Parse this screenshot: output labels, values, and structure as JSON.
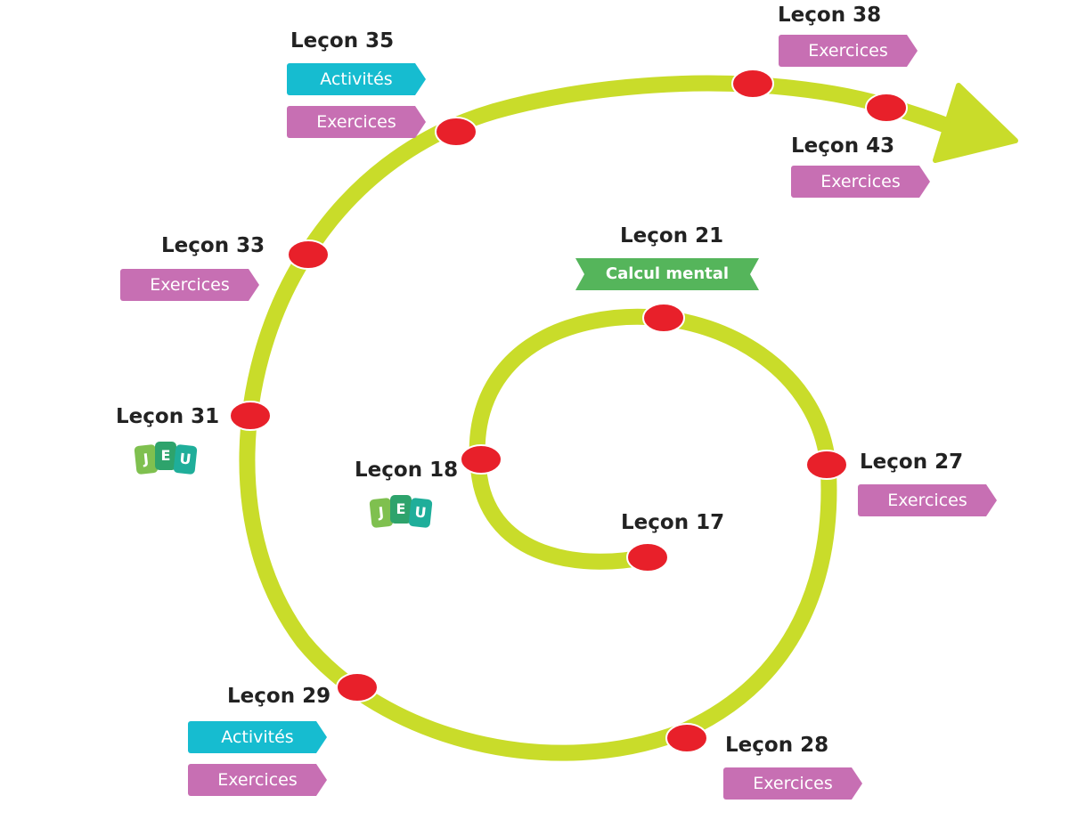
{
  "colors": {
    "path": "#c9dc2a",
    "node": "#e8202a",
    "exercices": "#c76fb3",
    "activites": "#16bcd0",
    "calcul": "#55b55b",
    "jeu_light": "#7fc04f",
    "jeu_mid": "#2ea36c",
    "jeu_teal": "#1fae9a"
  },
  "lessons": [
    {
      "id": "l17",
      "title": "Leçon 17",
      "tags": []
    },
    {
      "id": "l18",
      "title": "Leçon 18",
      "tags": [],
      "game": [
        "J",
        "E",
        "U"
      ]
    },
    {
      "id": "l21",
      "title": "Leçon 21",
      "tags": [
        {
          "kind": "calcul",
          "label": "Calcul mental"
        }
      ]
    },
    {
      "id": "l27",
      "title": "Leçon 27",
      "tags": [
        {
          "kind": "exercices",
          "label": "Exercices"
        }
      ]
    },
    {
      "id": "l28",
      "title": "Leçon 28",
      "tags": [
        {
          "kind": "exercices",
          "label": "Exercices"
        }
      ]
    },
    {
      "id": "l29",
      "title": "Leçon 29",
      "tags": [
        {
          "kind": "activites",
          "label": "Activités"
        },
        {
          "kind": "exercices",
          "label": "Exercices"
        }
      ]
    },
    {
      "id": "l31",
      "title": "Leçon 31",
      "tags": [],
      "game": [
        "J",
        "E",
        "U"
      ]
    },
    {
      "id": "l33",
      "title": "Leçon 33",
      "tags": [
        {
          "kind": "exercices",
          "label": "Exercices"
        }
      ]
    },
    {
      "id": "l35",
      "title": "Leçon 35",
      "tags": [
        {
          "kind": "activites",
          "label": "Activités"
        },
        {
          "kind": "exercices",
          "label": "Exercices"
        }
      ]
    },
    {
      "id": "l38",
      "title": "Leçon 38",
      "tags": [
        {
          "kind": "exercices",
          "label": "Exercices"
        }
      ]
    },
    {
      "id": "l43",
      "title": "Leçon 43",
      "tags": [
        {
          "kind": "exercices",
          "label": "Exercices"
        }
      ]
    }
  ]
}
